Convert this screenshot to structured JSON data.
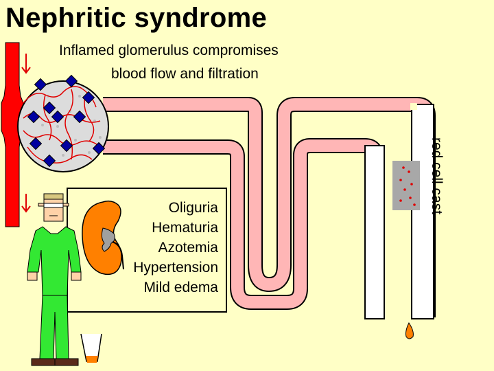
{
  "title": "Nephritic syndrome",
  "caption": {
    "line1": "Inflamed glomerulus compromises",
    "line2": "blood flow and filtration"
  },
  "symptoms": [
    "Oliguria",
    "Hematuria",
    "Azotemia",
    "Hypertension",
    "Mild edema"
  ],
  "cast_label": "red cell cast",
  "colors": {
    "background": "#ffffc6",
    "vessel": "#ff0000",
    "tubule_fill": "#ffb6b6",
    "tubule_outline": "#000000",
    "glomerulus": "#dcdcdc",
    "kidney": "#ff8000",
    "scrubs": "#33e833",
    "cast_box": "#a8a8a8"
  },
  "icons": [
    "down-arrow-icon",
    "person-figure",
    "kidney-icon",
    "glomerulus-icon",
    "urine-cup-icon",
    "urine-drop-icon"
  ]
}
